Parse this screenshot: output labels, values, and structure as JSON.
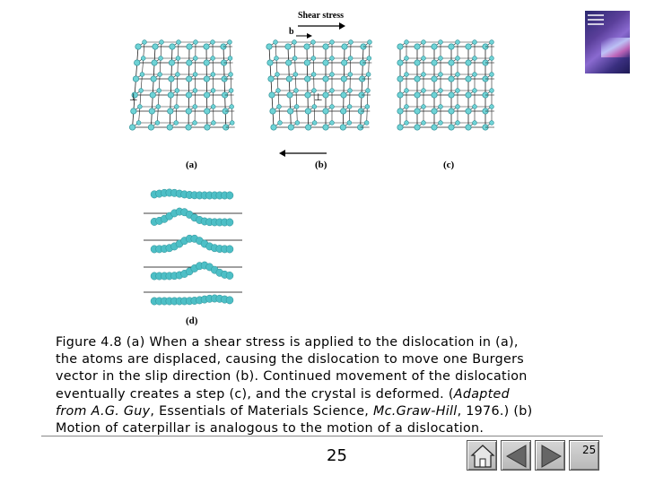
{
  "figure": {
    "shear_stress_label": "Shear stress",
    "burgers_label": "b",
    "panel_labels": {
      "a": "(a)",
      "b": "(b)",
      "c": "(c)",
      "d": "(d)"
    }
  },
  "caption": {
    "line1": "Figure 4.8 (a) When a shear stress is applied to the dislocation in (a),",
    "line2": "the atoms are displaced, causing the dislocation to move one Burgers",
    "line3": "vector in the slip direction (b). Continued movement of the dislocation",
    "line4_pre": "eventually creates a step (c), and the crystal is deformed. (",
    "line4_italic": "Adapted",
    "line5_italic": "from A.G. Guy",
    "line5_mid": ", Essentials of Materials Science, ",
    "line5_italic2": "Mc.Graw-Hill",
    "line5_post": ", 1976.) (b)",
    "line6": "Motion of caterpillar is analogous to the motion of a dislocation."
  },
  "footer": {
    "page_number": "25",
    "nav_number": "25"
  },
  "colors": {
    "atom": "#6fd3d6",
    "atom_stroke": "#2d8f96",
    "lattice": "#222222",
    "caterpillar": "#4dbfc6"
  },
  "icons": {
    "home": "home-icon",
    "back": "back-arrow-icon",
    "forward": "forward-arrow-icon"
  }
}
